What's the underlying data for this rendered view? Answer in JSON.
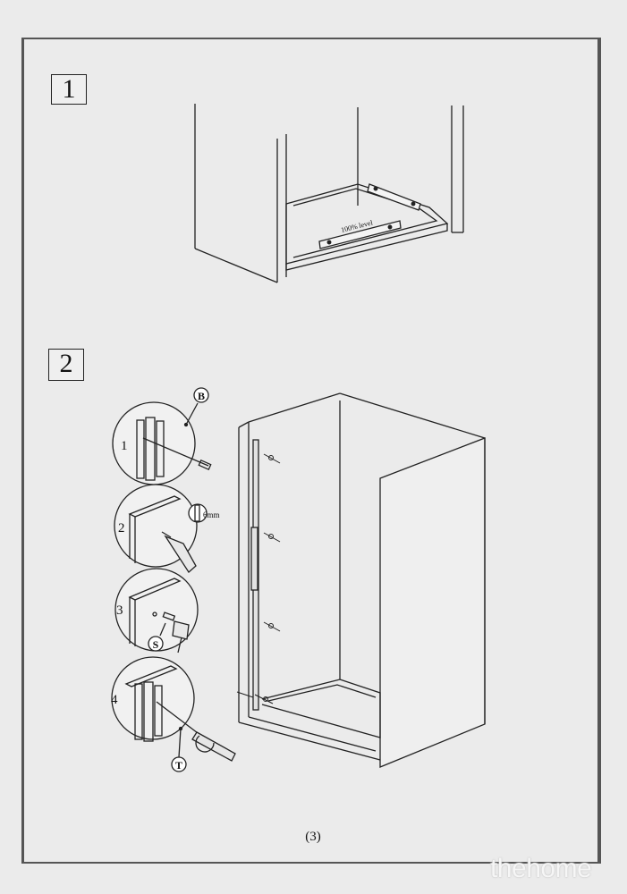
{
  "steps": [
    {
      "number": "1"
    },
    {
      "number": "2"
    }
  ],
  "labels": {
    "level_text": "100% level",
    "part_b": "B",
    "part_s": "S",
    "part_t": "T",
    "drill_size": "6mm",
    "sub_steps": [
      "1",
      "2",
      "3",
      "4"
    ]
  },
  "footer": {
    "page_number": "(3)"
  },
  "watermark": "thehome"
}
